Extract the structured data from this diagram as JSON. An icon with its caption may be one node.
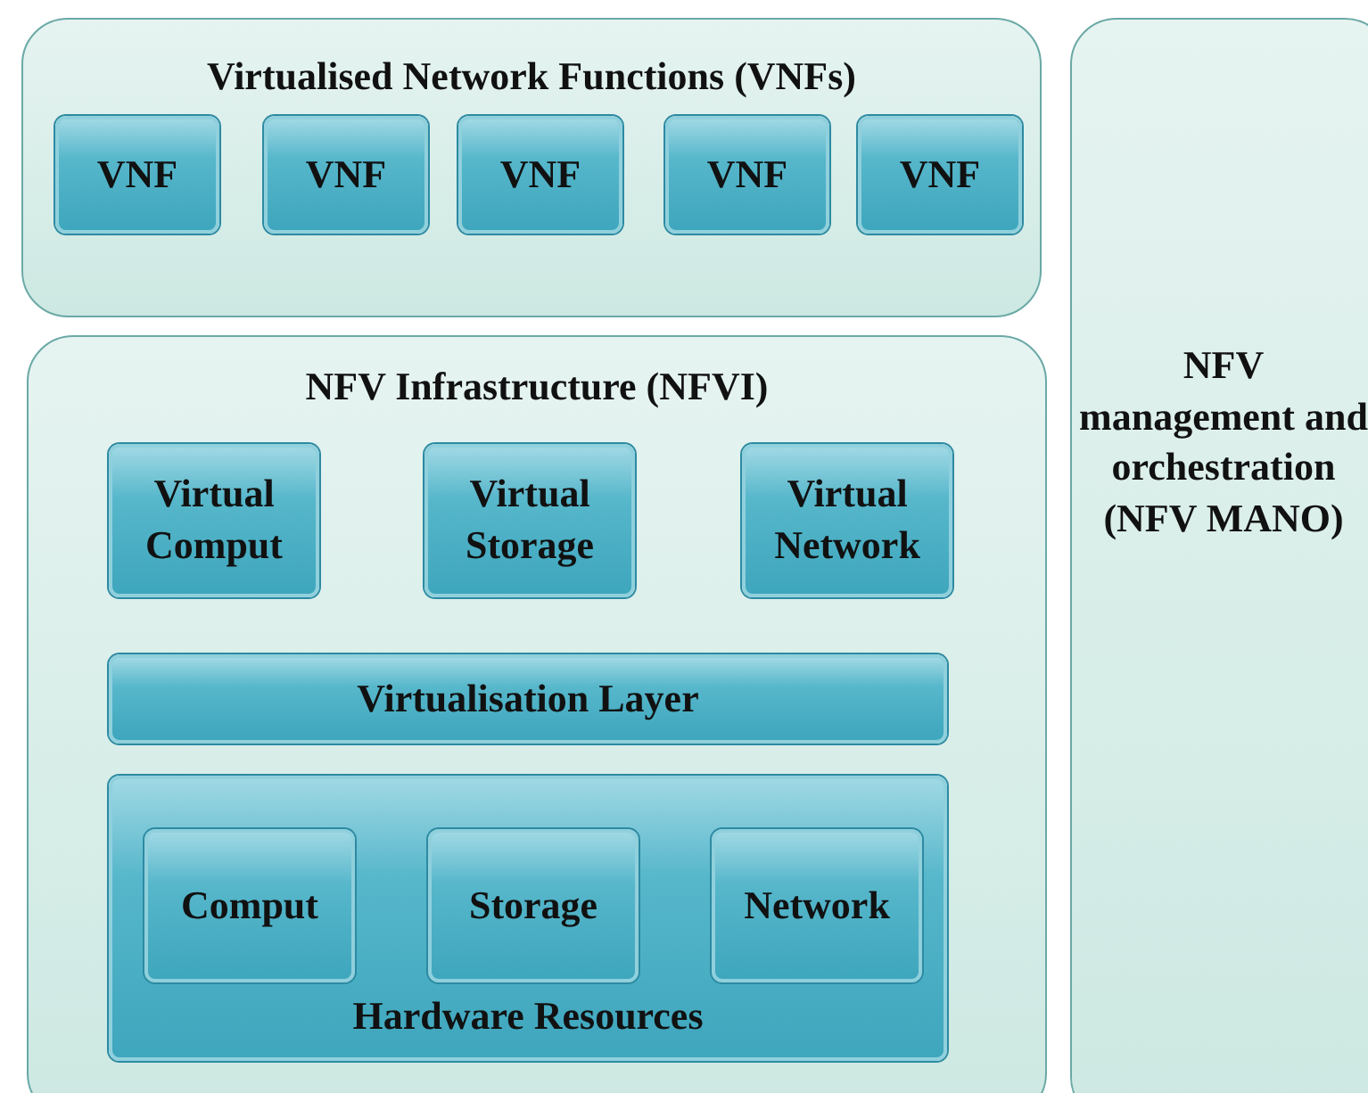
{
  "diagram": {
    "nodes": [
      {
        "text": [
          "Virtualised Network Functions (VNFs)"
        ]
      },
      {
        "text": [
          "VNF"
        ],
        "in": 0
      },
      {
        "text": [
          "VNF"
        ],
        "in": 0
      },
      {
        "text": [
          "VNF"
        ],
        "in": 0
      },
      {
        "text": [
          "VNF"
        ],
        "in": 0
      },
      {
        "text": [
          "VNF"
        ],
        "in": 0
      },
      {
        "text": [
          "NFV Infrastructure (NFVI)"
        ]
      },
      {
        "text": [
          "Virtual Comput"
        ],
        "in": 6
      },
      {
        "text": [
          "Virtual Storage"
        ],
        "in": 6
      },
      {
        "text": [
          "Virtual Network"
        ],
        "in": 6
      },
      {
        "text": [
          "Virtualisation Layer"
        ],
        "in": 6
      },
      {
        "text": [
          "Hardware Resources"
        ],
        "in": 6
      },
      {
        "text": [
          "Comput"
        ],
        "in": 11
      },
      {
        "text": [
          "Storage"
        ],
        "in": 11
      },
      {
        "text": [
          "Network"
        ],
        "in": 11
      },
      {
        "text": [
          "NFV management and orchestration (NFV MANO)"
        ]
      }
    ]
  }
}
